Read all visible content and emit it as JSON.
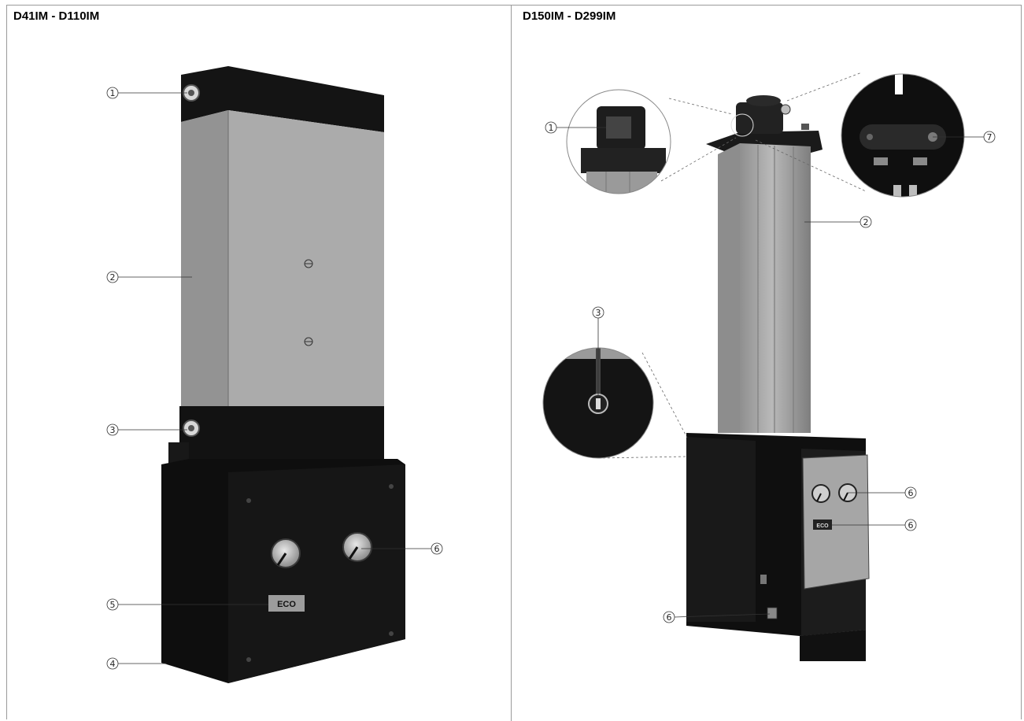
{
  "panels": {
    "left": {
      "title": "D41IM - D110IM"
    },
    "right": {
      "title": "D150IM - D299IM"
    }
  },
  "callouts": {
    "left": [
      "1",
      "2",
      "3",
      "6",
      "5",
      "4"
    ],
    "right": [
      "1",
      "7",
      "2",
      "3",
      "6",
      "6",
      "6"
    ]
  },
  "badges": {
    "left_eco": "ECO",
    "right_eco": "ECO"
  },
  "colors": {
    "body_black": "#111111",
    "column_gray": "#9c9c9c",
    "frame_gray": "#9a9a9a"
  }
}
